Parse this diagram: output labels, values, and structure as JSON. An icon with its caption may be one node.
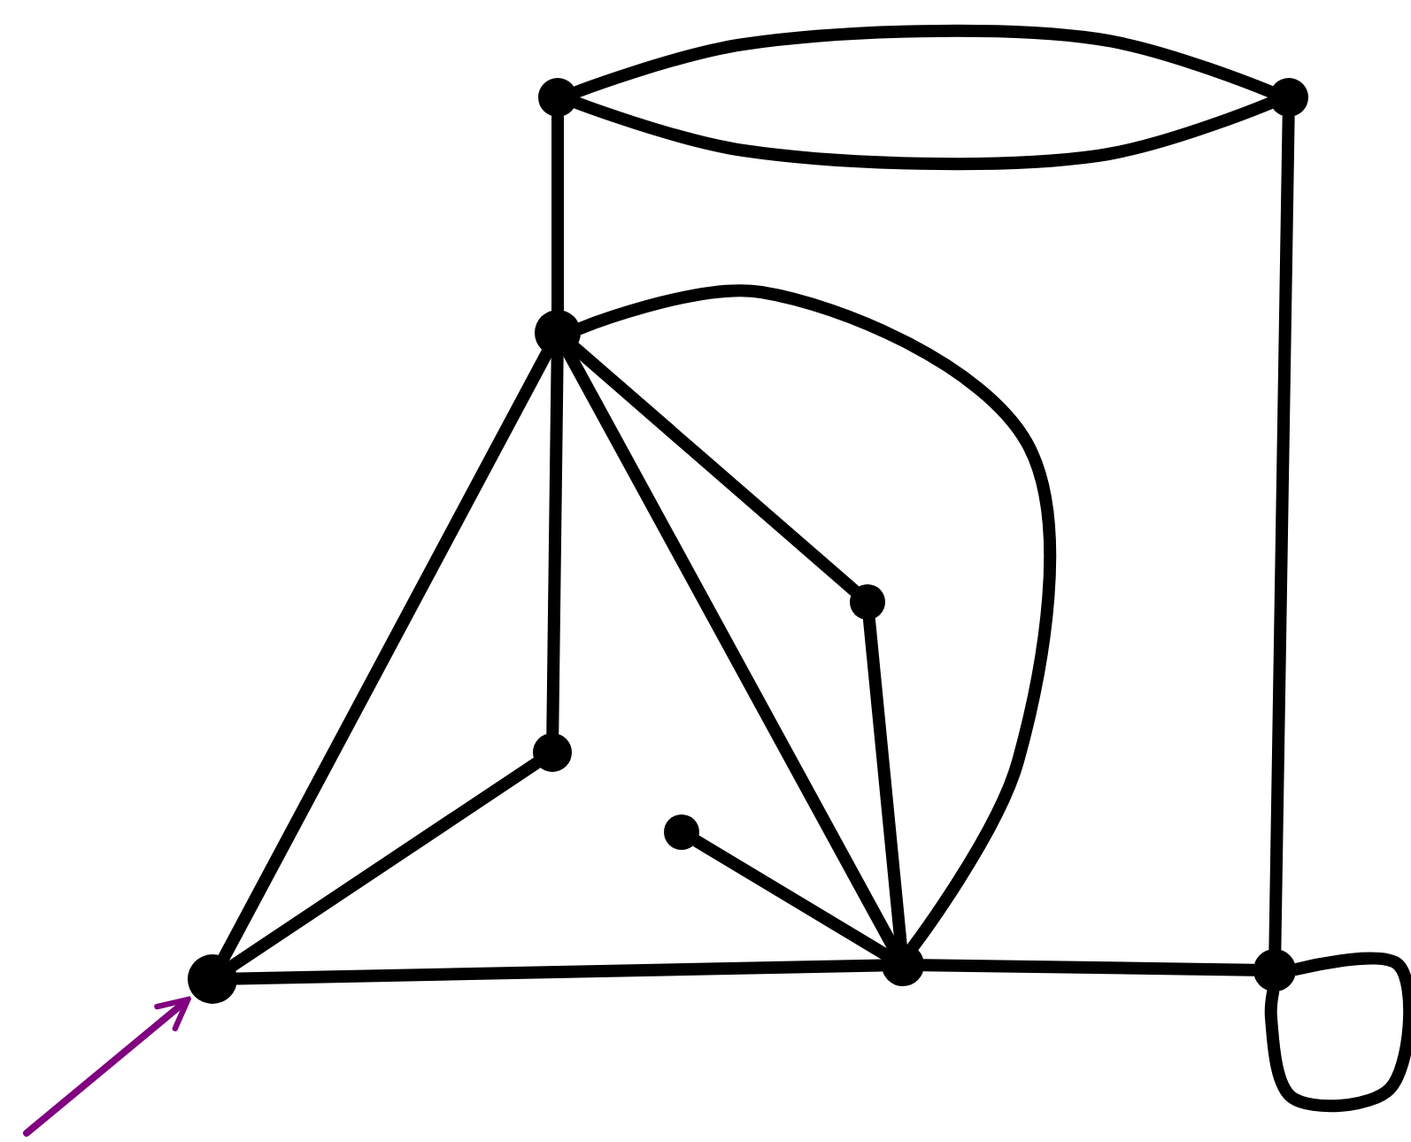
{
  "diagram": {
    "nodes": [
      {
        "text": [],
        "shape": "circle"
      },
      {
        "text": [],
        "shape": "circle"
      },
      {
        "text": [],
        "shape": "circle"
      },
      {
        "text": [],
        "shape": "circle"
      },
      {
        "text": [],
        "shape": "circle"
      },
      {
        "text": [],
        "shape": "circle"
      },
      {
        "text": [],
        "shape": "circle"
      },
      {
        "text": [],
        "shape": "circle"
      },
      {
        "text": [],
        "shape": "circle"
      }
    ],
    "edges": [
      {
        "from": 0,
        "to": 1,
        "arrow": "none"
      },
      {
        "from": 0,
        "to": 1,
        "arrow": "none"
      },
      {
        "from": 0,
        "to": 2,
        "arrow": "none"
      },
      {
        "from": 1,
        "to": 8,
        "arrow": "none"
      },
      {
        "from": 2,
        "to": 6,
        "arrow": "none"
      },
      {
        "from": 2,
        "to": 4,
        "arrow": "none"
      },
      {
        "from": 2,
        "to": 7,
        "arrow": "none"
      },
      {
        "from": 2,
        "to": 3,
        "arrow": "none"
      },
      {
        "from": 2,
        "to": 7,
        "arrow": "none"
      },
      {
        "from": 3,
        "to": 7,
        "arrow": "none"
      },
      {
        "from": 4,
        "to": 6,
        "arrow": "none"
      },
      {
        "from": 5,
        "to": 7,
        "arrow": "none"
      },
      {
        "from": 6,
        "to": 7,
        "arrow": "none"
      },
      {
        "from": 7,
        "to": 8,
        "arrow": "none"
      },
      {
        "from": 8,
        "to": 8,
        "arrow": "none"
      },
      {
        "from": null,
        "to": 6,
        "arrow": "to",
        "color": "#800080"
      }
    ]
  }
}
